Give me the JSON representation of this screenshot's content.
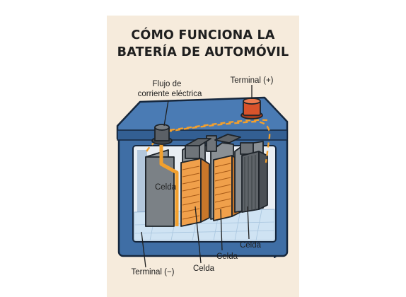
{
  "title": {
    "line1": "CÓMO FUNCIONA LA",
    "line2": "BATERÍA DE AUTOMÓVIL"
  },
  "labels": {
    "current_flow_line1": "Flujo de",
    "current_flow_line2": "corriente eléctrica",
    "terminal_positive": "Terminal (+)",
    "terminal_negative": "Terminal (−)",
    "cell_1": "Celda",
    "cell_2": "Celda",
    "cell_3": "Celda",
    "cell_4": "Celda"
  },
  "colors": {
    "poster_background": "#f6ebdc",
    "case_blue": "#3f6ea5",
    "case_dark_blue": "#2b5485",
    "terminal_positive": "#d9532b",
    "terminal_negative": "#555a60",
    "plate_orange": "#f0a04b",
    "plate_gray": "#6f7479",
    "electrolyte": "#cfe3f3",
    "current_flow": "#f2a02e"
  }
}
